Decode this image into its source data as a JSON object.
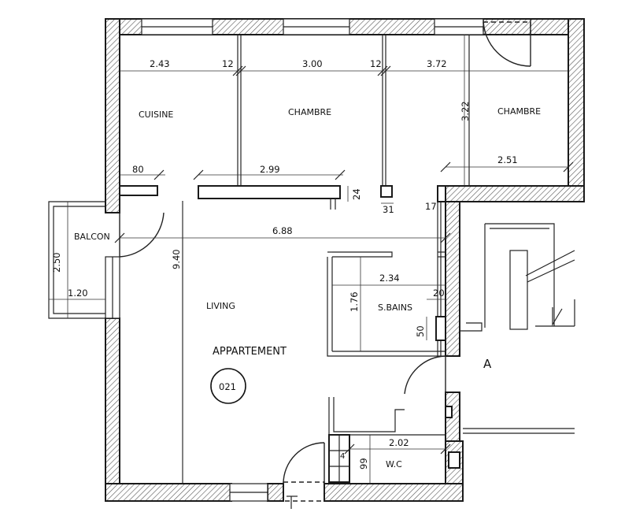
{
  "rooms": {
    "cuisine": "CUISINE",
    "chambre1": "CHAMBRE",
    "chambre2": "CHAMBRE",
    "balcon": "BALCON",
    "living": "LIVING",
    "sbains": "S.BAINS",
    "wc": "W.C"
  },
  "title": "APPARTEMENT",
  "unit_number": "021",
  "stair_label": "A",
  "dimensions": {
    "cuisine_w": "2.43",
    "wall1": "12",
    "chambre1_w": "3.00",
    "wall2": "12",
    "chambre2_w": "3.72",
    "chambre2_h": "3.22",
    "chambre2_lower": "2.51",
    "cuisine_opening": "80",
    "closet_w": "2.99",
    "closet_d": "24",
    "post_w": "31",
    "partition": "17",
    "living_w": "6.88",
    "living_h": "9.40",
    "balcon_h": "2.50",
    "balcon_w": "1.20",
    "sbains_w": "2.34",
    "sbains_h": "1.76",
    "sbains_20": "20",
    "sbains_50": "50",
    "wc_w": "2.02",
    "wc_h": "99",
    "wc_4": "4"
  }
}
